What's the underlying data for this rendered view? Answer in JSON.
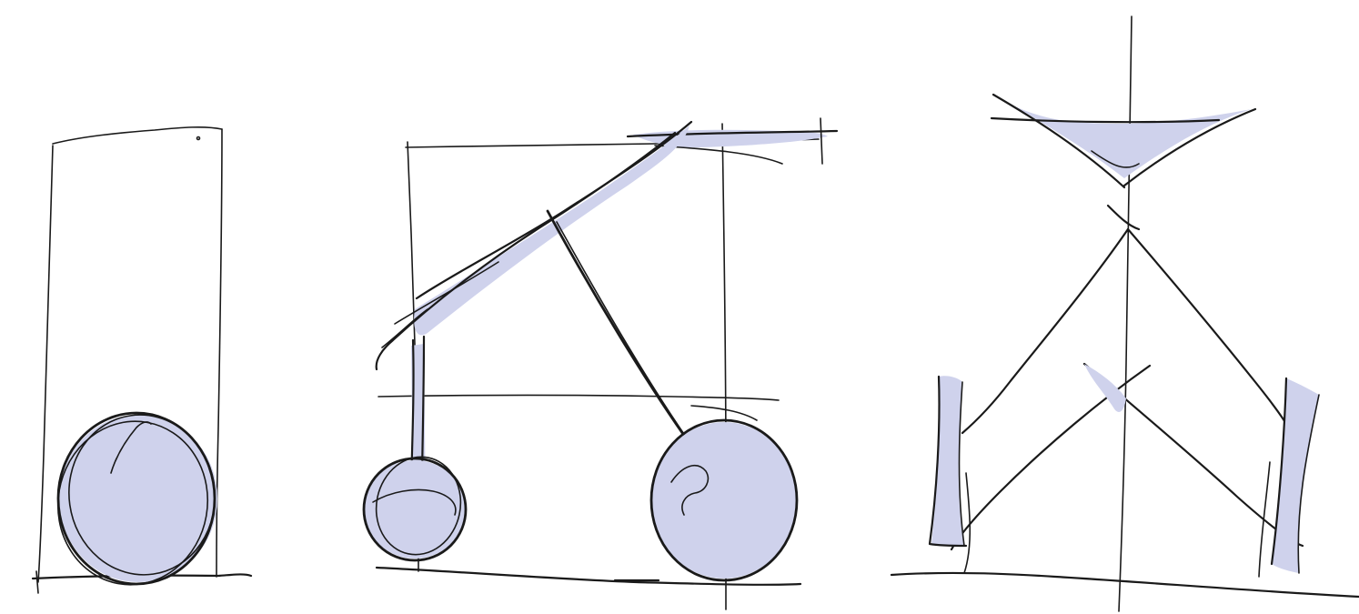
{
  "title": "",
  "colors": {
    "background": "#ffffff",
    "ink": "#1a1a1a",
    "wash": "#cfd2ec"
  },
  "panels": [
    {
      "name": "side-view-closed"
    },
    {
      "name": "side-view-open"
    },
    {
      "name": "front-view"
    }
  ]
}
